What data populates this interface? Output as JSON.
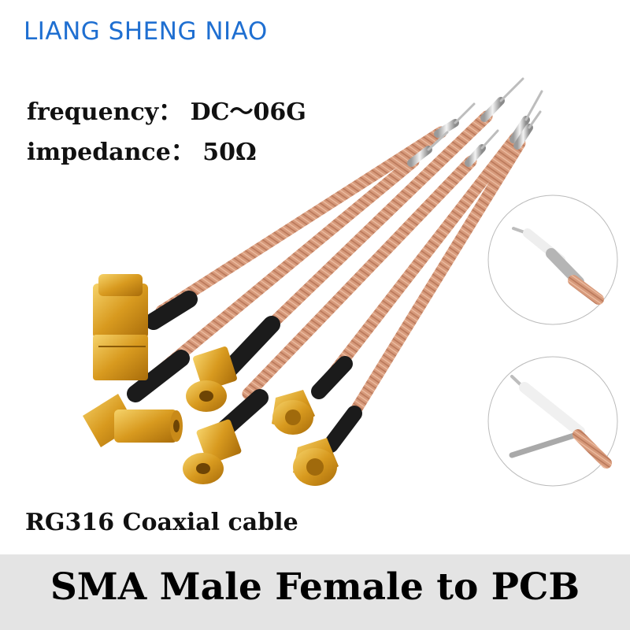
{
  "brand": {
    "name": "LIANG SHENG NIAO",
    "color": "#1f6fd1"
  },
  "specs": {
    "frequency": "frequency： DC～06G",
    "impedance": "impedance： 50Ω"
  },
  "cable_label": "RG316 Coaxial cable",
  "footer": {
    "title": "SMA Male Female to PCB"
  },
  "icons": {
    "cable_photo": "coaxial-cable-assembly-image",
    "detail_top": "stripped-cable-end-detail-icon",
    "detail_bottom": "shield-braid-detail-icon"
  },
  "colors": {
    "cable_jacket": "#d79a7b",
    "connector_gold": "#e3ad2e",
    "heat_shrink": "#1b1b1b",
    "footer_band": "#e4e4e4"
  }
}
